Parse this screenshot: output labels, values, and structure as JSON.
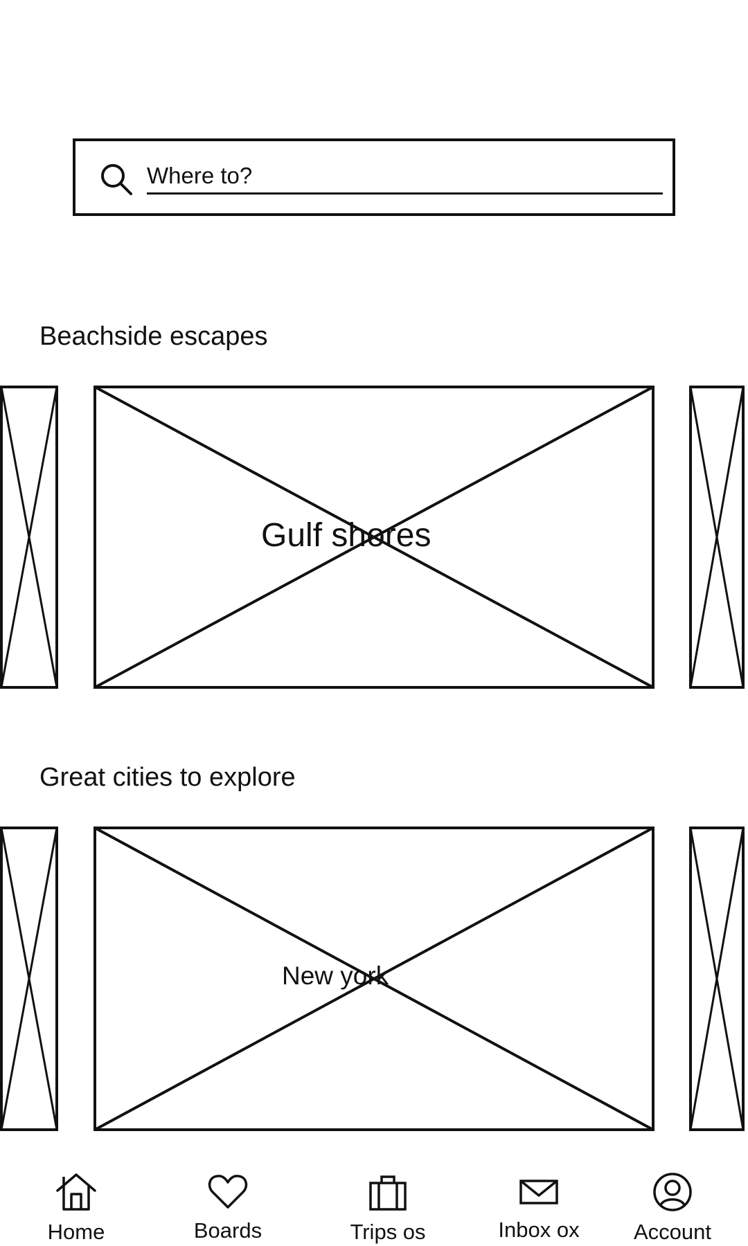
{
  "search": {
    "placeholder": "Where to?",
    "icon": "search-icon"
  },
  "sections": [
    {
      "title": "Beachside escapes",
      "card_label": "Gulf shores"
    },
    {
      "title": "Great cities to explore",
      "card_label": "New york"
    }
  ],
  "bottom_nav": {
    "items": [
      {
        "label": "Home",
        "icon": "home-icon"
      },
      {
        "label": "Boards",
        "icon": "heart-icon"
      },
      {
        "label": "Trips os",
        "icon": "briefcase-icon"
      },
      {
        "label": "Inbox ox",
        "icon": "mail-icon"
      },
      {
        "label": "Account",
        "icon": "account-icon"
      }
    ]
  }
}
